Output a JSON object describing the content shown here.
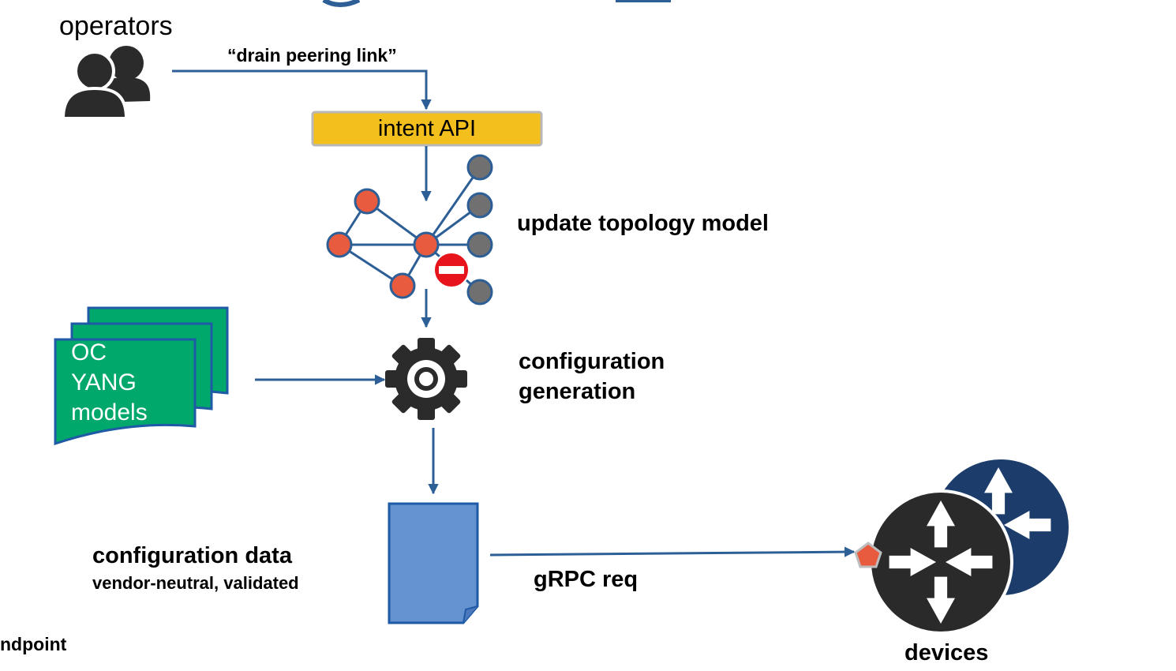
{
  "labels": {
    "operators": "operators",
    "command": "“drain peering link”",
    "intent_api": "intent API",
    "update_topology": "update topology model",
    "config_generation_line1": "configuration",
    "config_generation_line2": "generation",
    "models_line1": "OC",
    "models_line2": "YANG",
    "models_line3": "models",
    "config_data": "configuration data",
    "config_data_sub": "vendor-neutral, validated",
    "grpc": "gRPC req",
    "devices": "devices",
    "endpoint_partial": "ndpoint"
  },
  "colors": {
    "arrow": "#2d5f96",
    "intent_fill": "#f3bf1d",
    "intent_border": "#b8b8b8",
    "node_red": "#e95b3f",
    "node_grey": "#707070",
    "node_stroke": "#2d5f96",
    "block_icon": "#e8141b",
    "gear": "#2b2b2b",
    "doc_green": "#00a86b",
    "doc_border": "#1f5aa6",
    "config_doc": "#6592d0",
    "device_back": "#1c3d6b",
    "device_front": "#2a2a2a",
    "pentagon": "#e95b3f"
  },
  "icons": {
    "operators": "users-icon",
    "topology": "network-graph-icon",
    "block": "no-entry-icon",
    "gear": "gear-icon",
    "models": "documents-stack-icon",
    "config": "document-icon",
    "device": "router-icon",
    "endpoint": "pentagon-icon"
  }
}
